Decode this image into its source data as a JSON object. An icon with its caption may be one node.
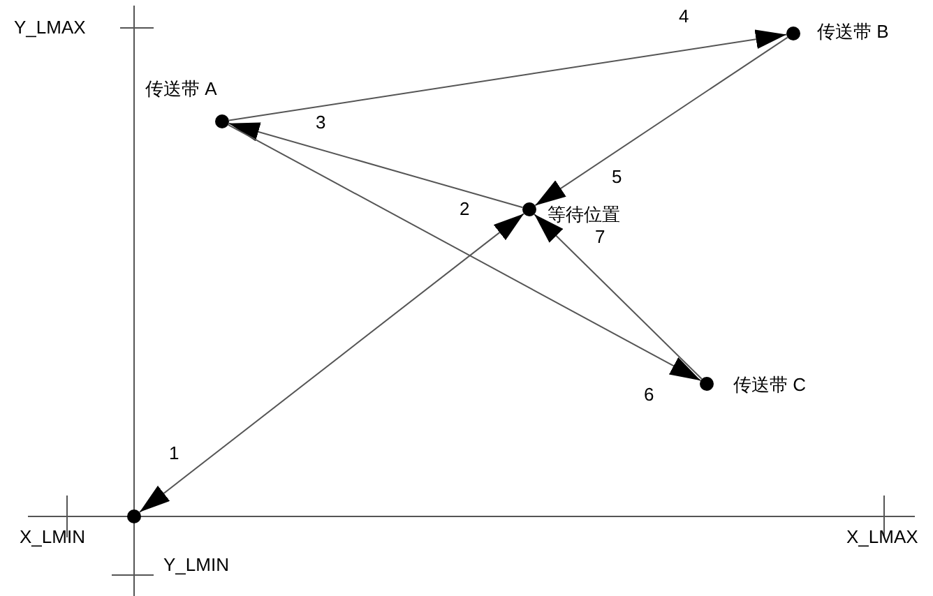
{
  "diagram": {
    "nodes": [
      {
        "text": [],
        "shape": "circle",
        "beside": [
          "传送带 A"
        ]
      },
      {
        "text": [],
        "shape": "circle",
        "beside": [
          "传送带 B"
        ]
      },
      {
        "text": [],
        "shape": "circle",
        "beside": [
          "等待位置"
        ]
      },
      {
        "text": [],
        "shape": "circle",
        "beside": [
          "传送带 C"
        ]
      },
      {
        "text": [],
        "shape": "circle"
      }
    ],
    "edges": [
      {
        "from": 2,
        "to": 4,
        "arrow": "both",
        "label": "1"
      },
      {
        "from": 2,
        "to": 0,
        "arrow": "to",
        "label": "3"
      },
      {
        "from": 0,
        "to": 1,
        "arrow": "to",
        "label": "4"
      },
      {
        "from": 1,
        "to": 2,
        "arrow": "to",
        "label": "5"
      },
      {
        "from": 0,
        "to": 3,
        "arrow": "to",
        "label": "6"
      },
      {
        "from": 3,
        "to": 2,
        "arrow": "to",
        "label": "7"
      }
    ],
    "labels": [
      "Y_LMAX",
      "2",
      "X_LMIN",
      "Y_LMIN",
      "X_LMAX"
    ]
  }
}
